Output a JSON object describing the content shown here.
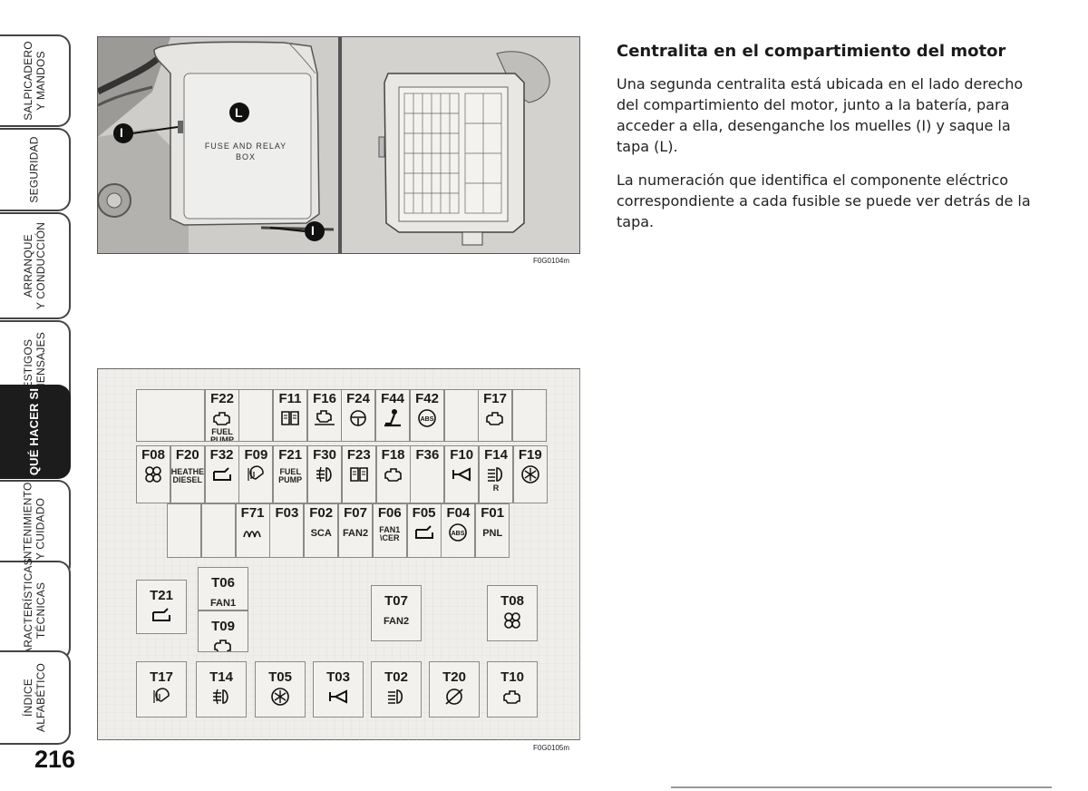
{
  "side_tabs": [
    {
      "line1": "SALPICADERO",
      "line2": "Y MANDOS",
      "active": false
    },
    {
      "line1": "SEGURIDAD",
      "line2": "",
      "active": false
    },
    {
      "line1": "ARRANQUE",
      "line2": "Y CONDUCCIÓN",
      "active": false
    },
    {
      "line1": "TESTIGOS",
      "line2": "Y MENSAJES",
      "active": false
    },
    {
      "line1": "QUÉ HACER SI",
      "line2": "",
      "active": true
    },
    {
      "line1": "MANTENIMIENTO",
      "line2": "Y CUIDADO",
      "active": false
    },
    {
      "line1": "CARACTERÍSTICAS",
      "line2": "TÉCNICAS",
      "active": false
    },
    {
      "line1": "ÍNDICE",
      "line2": "ALFABÉTICO",
      "active": false
    }
  ],
  "page_number": "216",
  "photo": {
    "box_label_line1": "FUSE AND RELAY",
    "box_label_line2": "BOX",
    "marker_l": "L",
    "marker_i_top": "I",
    "marker_i_bottom": "I",
    "caption": "F0G0104m"
  },
  "text": {
    "title": "Centralita en el compartimiento del motor",
    "para1": "Una segunda centralita está ubicada en el lado derecho del compartimiento del motor, junto a la batería, para acceder a ella, desenganche los muelles (I) y saque la tapa (L).",
    "para2": "La numeración que identifica el componente eléctrico correspondiente a cada fusible se puede ver detrás de la tapa."
  },
  "diagram": {
    "caption": "F0G0105m",
    "row1": [
      {
        "code": "",
        "icon": "",
        "sub": ""
      },
      {
        "code": "F22",
        "icon": "engine-icon",
        "sub": "FUEL PUMP"
      },
      {
        "code": "",
        "icon": "",
        "sub": ""
      },
      {
        "code": "F11",
        "icon": "book-icon",
        "sub": ""
      },
      {
        "code": "F16",
        "icon": "engine-check-icon",
        "sub": ""
      },
      {
        "code": "F24",
        "icon": "steering-wheel-icon",
        "sub": ""
      },
      {
        "code": "F44",
        "icon": "seat-icon",
        "sub": ""
      },
      {
        "code": "F42",
        "icon": "abs-icon",
        "sub": ""
      },
      {
        "code": "",
        "icon": "",
        "sub": ""
      },
      {
        "code": "F17",
        "icon": "engine-icon",
        "sub": ""
      },
      {
        "code": "",
        "icon": "",
        "sub": ""
      }
    ],
    "row2": [
      {
        "code": "F08",
        "icon": "fan-icon",
        "sub": ""
      },
      {
        "code": "F20",
        "icon": "",
        "sub": "HEATHER DIESEL"
      },
      {
        "code": "F32",
        "icon": "tank-icon",
        "sub": ""
      },
      {
        "code": "F09",
        "icon": "wiper-icon",
        "sub": ""
      },
      {
        "code": "F21",
        "icon": "",
        "sub": "FUEL PUMP"
      },
      {
        "code": "F30",
        "icon": "fog-light-icon",
        "sub": ""
      },
      {
        "code": "F23",
        "icon": "book-icon",
        "sub": ""
      },
      {
        "code": "F18",
        "icon": "engine-icon",
        "sub": ""
      },
      {
        "code": "F36",
        "icon": "",
        "sub": ""
      },
      {
        "code": "F10",
        "icon": "horn-icon",
        "sub": ""
      },
      {
        "code": "F14",
        "icon": "headlight-icon",
        "sub": "R"
      },
      {
        "code": "F19",
        "icon": "ac-icon",
        "sub": ""
      }
    ],
    "row3": [
      {
        "code": "",
        "icon": "",
        "sub": ""
      },
      {
        "code": "",
        "icon": "",
        "sub": ""
      },
      {
        "code": "F71",
        "icon": "glow-plug-icon",
        "sub": ""
      },
      {
        "code": "F03",
        "icon": "",
        "sub": ""
      },
      {
        "code": "F02",
        "icon": "",
        "sub": "SCA"
      },
      {
        "code": "F07",
        "icon": "",
        "sub": "FAN2"
      },
      {
        "code": "F06",
        "icon": "",
        "sub": "FAN1 \\CER"
      },
      {
        "code": "F05",
        "icon": "tank-icon",
        "sub": ""
      },
      {
        "code": "F04",
        "icon": "abs-icon",
        "sub": ""
      },
      {
        "code": "F01",
        "icon": "",
        "sub": "PNL"
      }
    ],
    "relays_mid": [
      {
        "code": "T21",
        "icon": "tank-icon",
        "sub": ""
      },
      {
        "code": "T06",
        "icon": "",
        "sub": "FAN1"
      },
      {
        "code": "T09",
        "icon": "engine-icon",
        "sub": ""
      },
      {
        "code": "T07",
        "icon": "",
        "sub": "FAN2"
      },
      {
        "code": "T08",
        "icon": "fan-icon",
        "sub": ""
      }
    ],
    "relays_bottom": [
      {
        "code": "T17",
        "icon": "wiper-icon",
        "sub": ""
      },
      {
        "code": "T14",
        "icon": "fog-light-icon",
        "sub": ""
      },
      {
        "code": "T05",
        "icon": "ac-icon",
        "sub": ""
      },
      {
        "code": "T03",
        "icon": "horn-icon",
        "sub": ""
      },
      {
        "code": "T02",
        "icon": "headlight-icon",
        "sub": ""
      },
      {
        "code": "T20",
        "icon": "compressor-off-icon",
        "sub": ""
      },
      {
        "code": "T10",
        "icon": "engine-icon",
        "sub": ""
      }
    ]
  }
}
